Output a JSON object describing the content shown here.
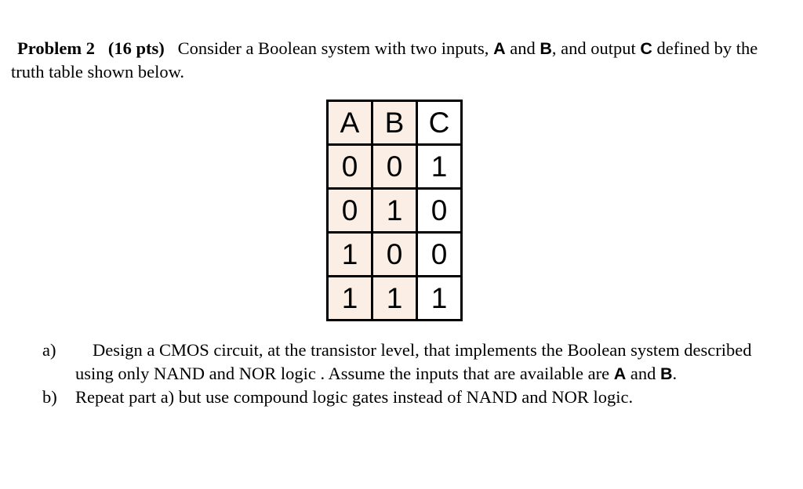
{
  "document": {
    "problem": {
      "label": "Problem 2",
      "points": "(16 pts)",
      "intro_part1": "Consider a Boolean system with two inputs,",
      "input_a": "A",
      "conj_and": "and",
      "input_b": "B",
      "intro_part2": ", and output",
      "output_c": "C",
      "intro_part3": "defined by the truth table shown below."
    },
    "truth_table": {
      "headers": [
        "A",
        "B",
        "C"
      ],
      "rows": [
        [
          "0",
          "0",
          "1"
        ],
        [
          "0",
          "1",
          "0"
        ],
        [
          "1",
          "0",
          "0"
        ],
        [
          "1",
          "1",
          "1"
        ]
      ],
      "shaded_columns": [
        0,
        1
      ],
      "shaded_color": "#fbeee4",
      "plain_color": "#ffffff",
      "border_color": "#000000"
    },
    "parts": [
      {
        "marker": "a)",
        "text_before_inputs": "Design a CMOS circuit, at the transistor level, that implements the Boolean system described using only NAND and NOR logic .  Assume the inputs that are available are",
        "input_a": "A",
        "conj_and": "and",
        "input_b": "B",
        "text_after_inputs": "."
      },
      {
        "marker": "b)",
        "text": "Repeat part a) but use compound logic gates instead of NAND and NOR logic."
      }
    ]
  }
}
